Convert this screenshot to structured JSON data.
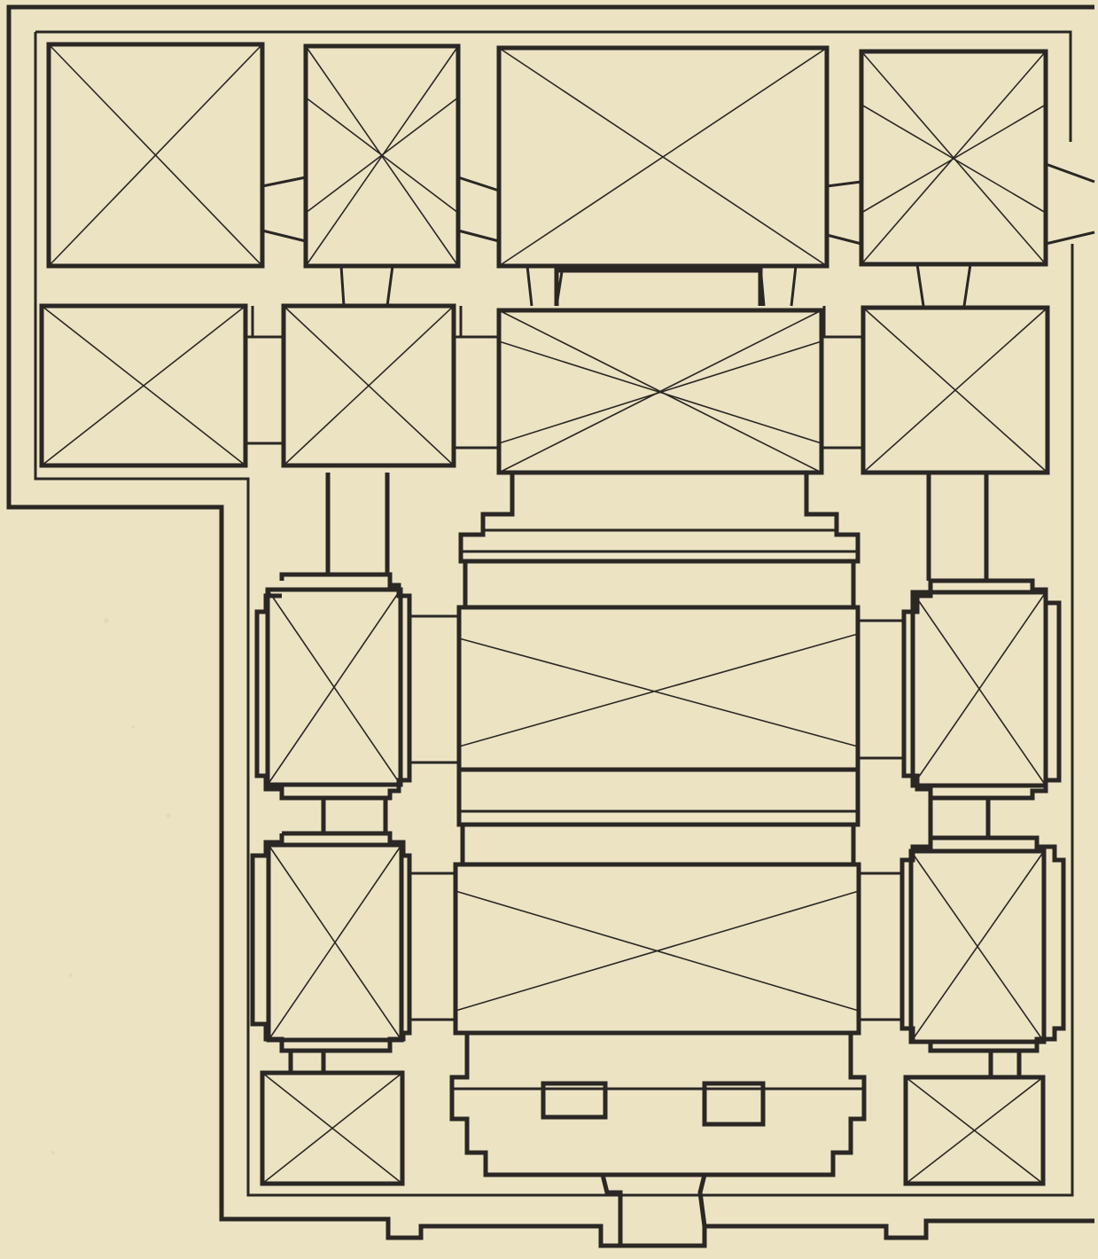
{
  "figure": {
    "kind": "architectural floor plan",
    "paper_color": "#ece3c3",
    "ink_color": "#2a2724",
    "vault_symbol": "diagonal-cross",
    "vaulted_bays": {
      "upper_row": 4,
      "second_row": 4,
      "nave_bays": 3,
      "side_chapels": 4,
      "corner_rooms": 2
    }
  }
}
